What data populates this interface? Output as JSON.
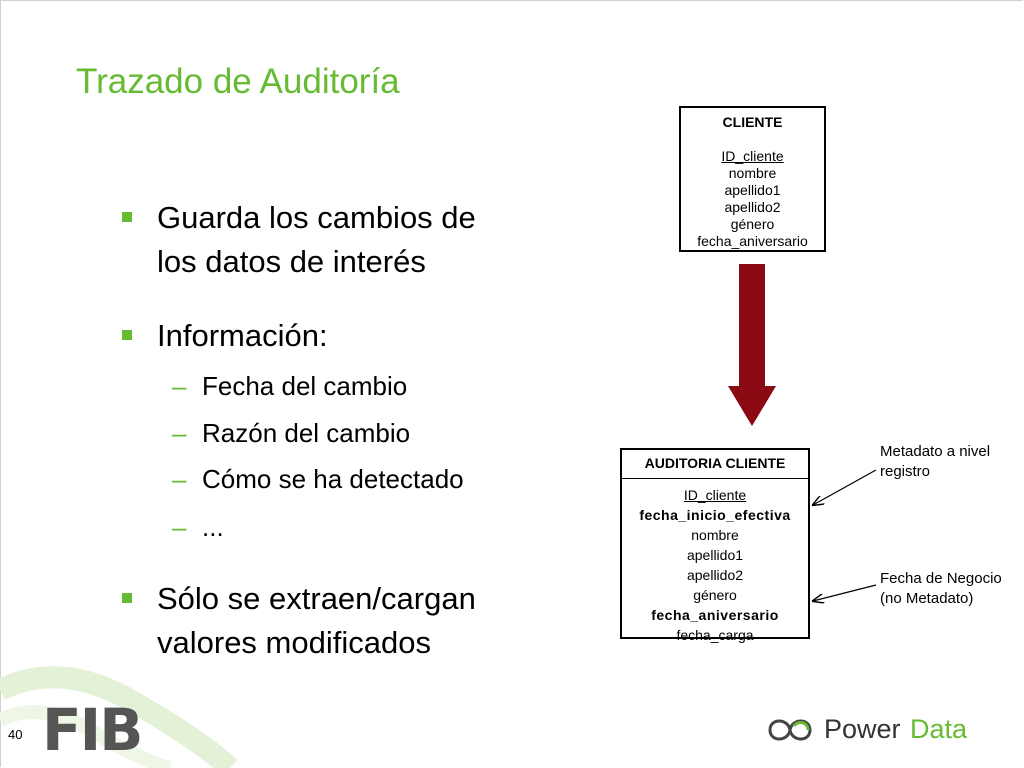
{
  "slide": {
    "title": "Trazado de Auditoría",
    "page_number": "40"
  },
  "bullets": [
    {
      "lines": [
        "Guarda los cambios de",
        "los datos de interés"
      ]
    },
    {
      "lines": [
        "Información:"
      ],
      "subitems": [
        "Fecha del cambio",
        "Razón del cambio",
        "Cómo se ha detectado",
        "..."
      ]
    },
    {
      "lines": [
        "Sólo se extraen/cargan",
        "valores modificados"
      ]
    }
  ],
  "sub_marker": "–",
  "diagram": {
    "source_table": {
      "name": "CLIENTE",
      "fields": [
        "ID_cliente",
        "nombre",
        "apellido1",
        "apellido2",
        "género",
        "fecha_aniversario"
      ]
    },
    "target_table": {
      "name": "AUDITORIA CLIENTE",
      "fields": [
        "ID_cliente",
        "fecha_inicio_efectiva",
        "nombre",
        "apellido1",
        "apellido2",
        "género",
        "fecha_aniversario",
        "fecha_carga"
      ]
    },
    "annotations": [
      {
        "lines": [
          "Metadato a nivel",
          "registro"
        ]
      },
      {
        "lines": [
          "Fecha de Negocio",
          "(no Metadato)"
        ]
      }
    ],
    "arrow_color": "#8b0a14"
  },
  "logos": {
    "left": "FIB",
    "right_prefix": "Power",
    "right_suffix": "Data"
  },
  "colors": {
    "accent": "#66bb33",
    "arrow": "#8b0a14"
  }
}
